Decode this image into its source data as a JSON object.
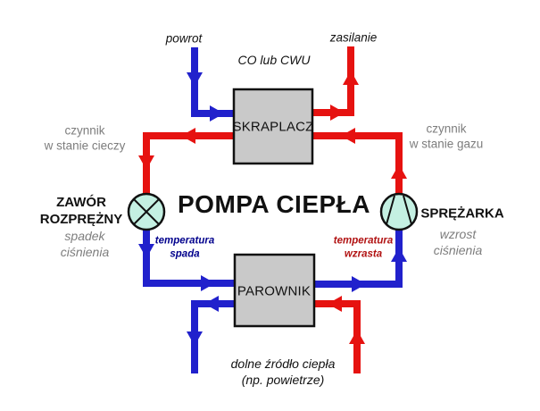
{
  "title": "POMPA CIEPŁA",
  "colors": {
    "pipe_hot": "#e61210",
    "pipe_cold": "#2121cc",
    "box_fill": "#c9c9c9",
    "box_stroke": "#111111",
    "component_fill": "#c4f0e2",
    "label_gray": "#7d7d7d",
    "temp_drop_text": "#00008c",
    "temp_rise_text": "#b11212",
    "text_main": "#111111"
  },
  "top_circuit": {
    "return_label": "powrot",
    "supply_label": "zasilanie",
    "circuit_label": "CO lub CWU"
  },
  "components": {
    "condenser": "SKRAPLACZ",
    "evaporator": "PAROWNIK",
    "expansion_valve_name": "ZAWÓR\nROZPRĘŻNY",
    "expansion_valve_effect": "spadek\nciśnienia",
    "compressor_name": "SPRĘŻARKA",
    "compressor_effect": "wzrost\nciśnienia"
  },
  "state_labels": {
    "liquid": "czynnik\nw stanie cieczy",
    "gas": "czynnik\nw stanie gazu"
  },
  "temperature_labels": {
    "drop": "temperatura\nspada",
    "rise": "temperatura\nwzrasta"
  },
  "bottom_circuit": {
    "heat_source": "dolne źródło ciepła\n(np. powietrze)"
  }
}
